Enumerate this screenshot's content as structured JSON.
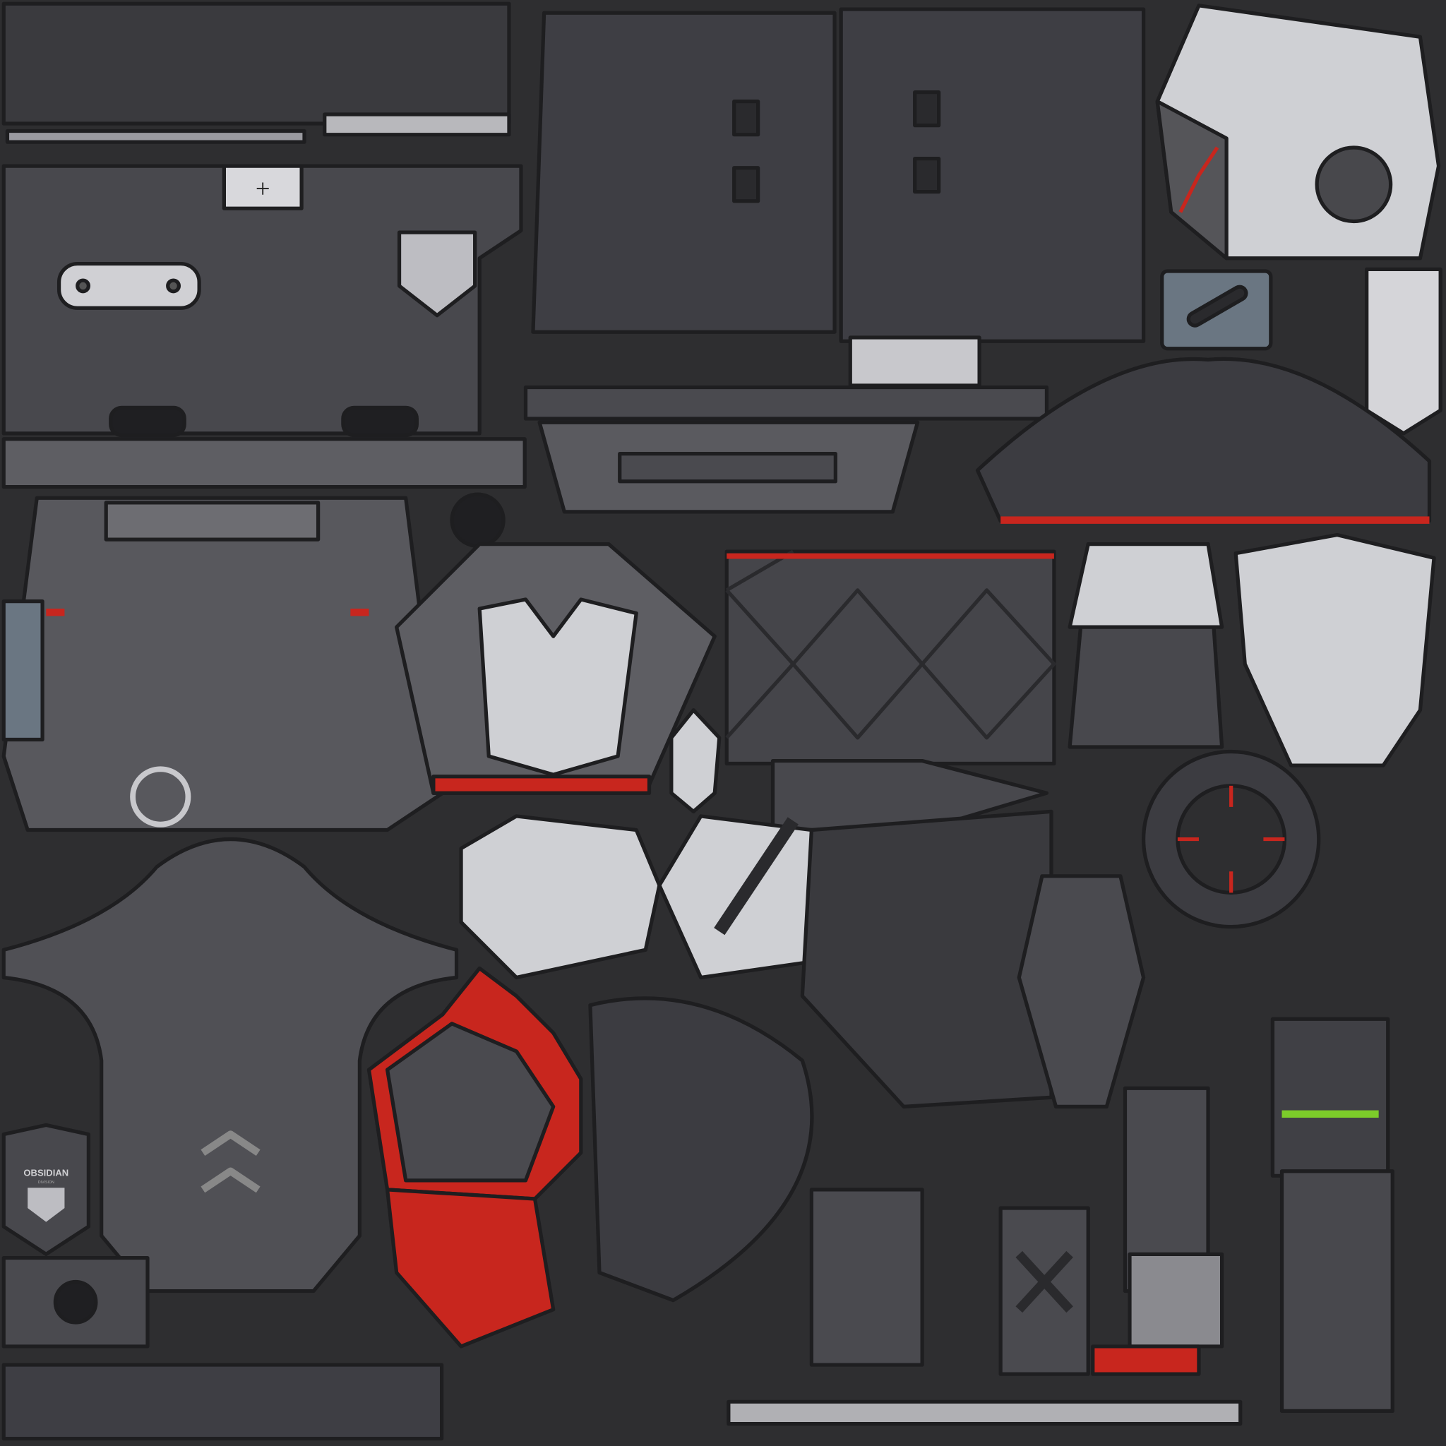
{
  "title": "Armor texture atlas",
  "logo": {
    "name": "OBSIDIAN",
    "subtitle": "DIVISION"
  },
  "colors": {
    "background": "#2e2e30",
    "dark_fabric": "#3c3c41",
    "mid_plate": "#5a5a5f",
    "light_plate": "#cfd0d4",
    "accent_red": "#c8261e",
    "accent_green": "#7ccc2a",
    "steel_blue": "#6a7682",
    "outline": "#1e1e20"
  }
}
